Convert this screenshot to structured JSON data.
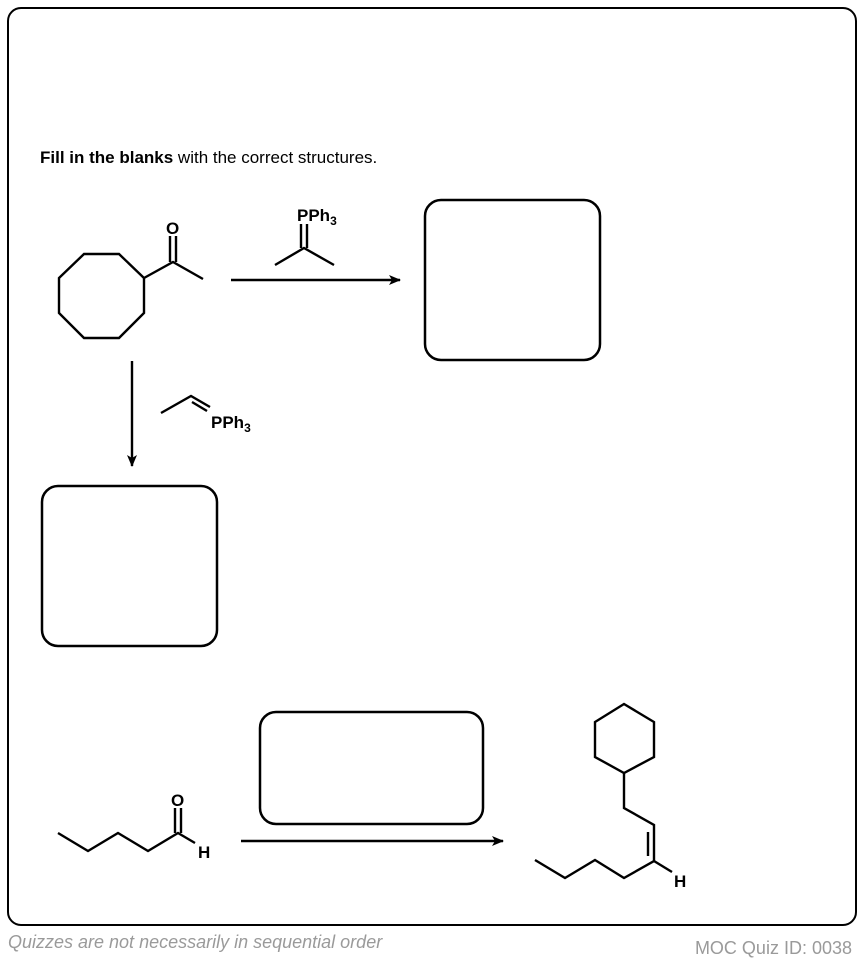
{
  "instruction": {
    "bold": "Fill in the blanks",
    "rest": " with the correct structures."
  },
  "labels": {
    "oxygen": "O",
    "hydrogen": "H",
    "pph3_main": "PPh",
    "pph3_sub": "3"
  },
  "blanks": [
    "answer-box-top-right",
    "answer-box-left",
    "answer-box-reagent"
  ],
  "footer": {
    "note": "Quizzes are not necessarily in sequential order",
    "quiz_id": "MOC Quiz ID: 0038"
  }
}
